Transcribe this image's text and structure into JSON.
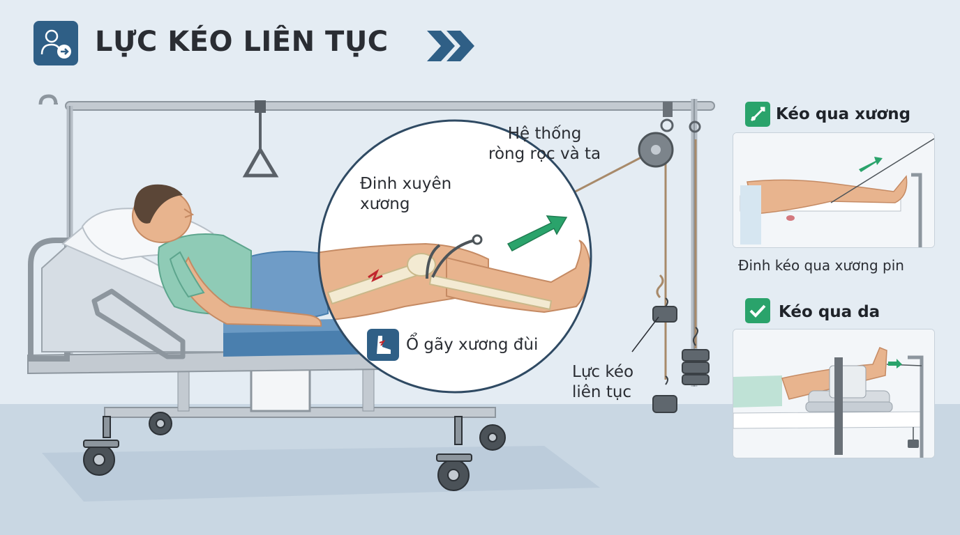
{
  "header": {
    "title": "LỰC KÉO LIÊN TỤC",
    "icon": "doctor-arrow-icon",
    "chevron": "double-chevron-right-icon"
  },
  "callouts": {
    "pulley": {
      "line1": "Hệ thống",
      "line2": "ròng rọc và ta"
    },
    "pin": {
      "line1": "Đinh xuyên",
      "line2": "xương"
    },
    "fracture": {
      "label": "Ổ gãy xương đùi",
      "icon": "leg-fracture-icon"
    },
    "traction": {
      "line1": "Lực kéo",
      "line2": "liên tục"
    }
  },
  "panels": {
    "skeletal": {
      "title": "Kéo qua xương",
      "icon": "bone-pin-icon",
      "caption": "Đinh kéo qua xương pin"
    },
    "skin": {
      "title": "Kéo qua da",
      "icon": "checkmark-icon"
    }
  },
  "colors": {
    "brand": "#2f5f86",
    "accent_green": "#2aa36b",
    "background": "#e4ecf3",
    "floor": "#c9d7e3"
  }
}
